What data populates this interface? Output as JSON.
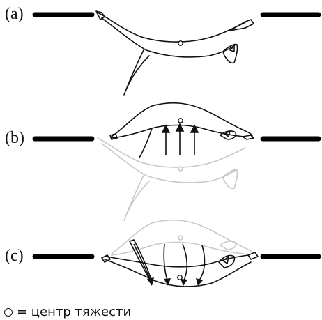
{
  "panels": [
    {
      "label": "(a)"
    },
    {
      "label": "(b)"
    },
    {
      "label": "(c)"
    }
  ],
  "legend": {
    "symbol_name": "center-of-gravity-circle",
    "text": "= центр тяжести"
  },
  "colors": {
    "ink": "#111111",
    "ghost": "#c8c8c8",
    "bar": "#000000"
  }
}
